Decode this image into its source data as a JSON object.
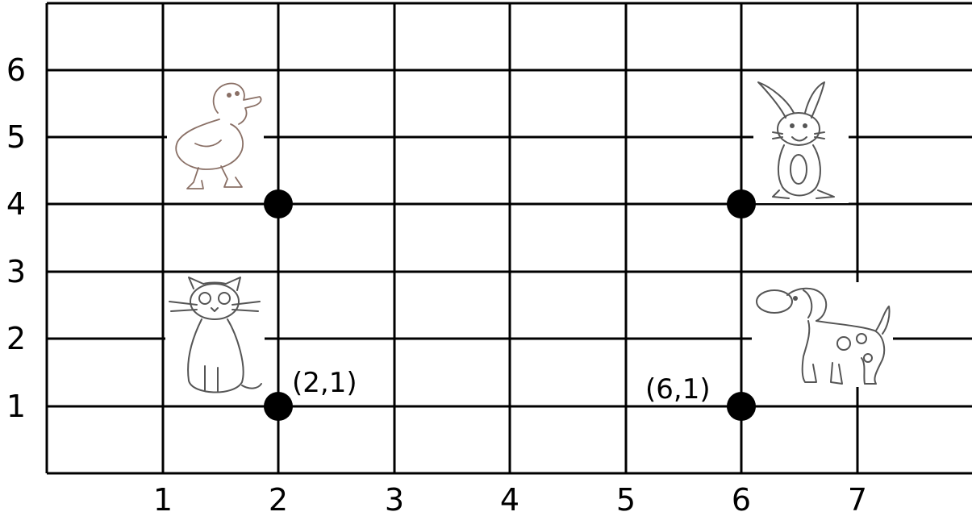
{
  "x_axis_ticks": [
    "1",
    "2",
    "3",
    "4",
    "5",
    "6",
    "7"
  ],
  "y_axis_ticks": [
    "1",
    "2",
    "3",
    "4",
    "5",
    "6"
  ],
  "points": [
    {
      "x": 2,
      "y": 4,
      "label": ""
    },
    {
      "x": 2,
      "y": 1,
      "label": "(2,1)"
    },
    {
      "x": 6,
      "y": 4,
      "label": ""
    },
    {
      "x": 6,
      "y": 1,
      "label": "(6,1)"
    }
  ],
  "pictures": [
    {
      "name": "duck",
      "icon": "duck-icon"
    },
    {
      "name": "cat",
      "icon": "cat-icon"
    },
    {
      "name": "rabbit",
      "icon": "rabbit-icon"
    },
    {
      "name": "dog",
      "icon": "dog-icon"
    }
  ],
  "colors": {
    "grid": "#000000",
    "point": "#000000",
    "sketch": "#555555"
  }
}
